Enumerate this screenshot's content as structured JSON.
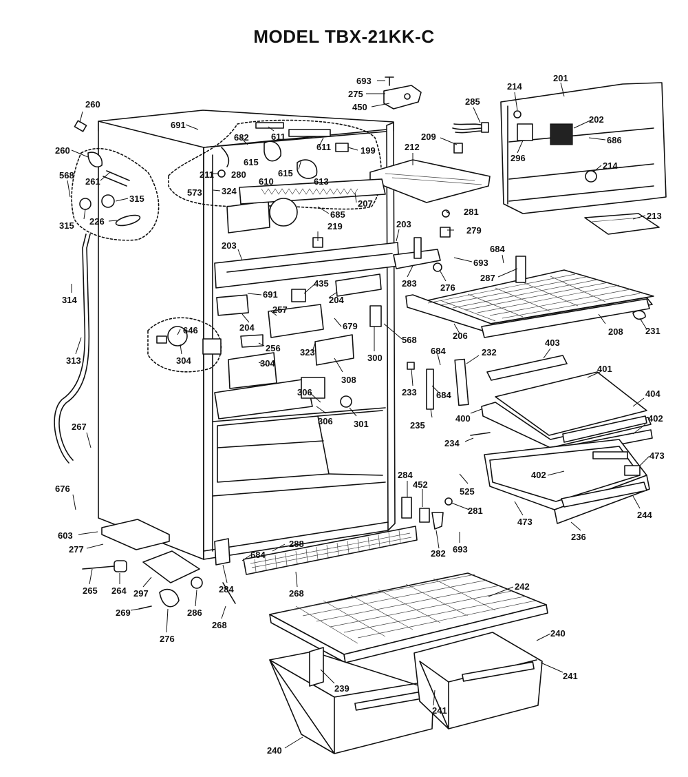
{
  "title": "MODEL TBX-21KK-C",
  "callouts": [
    {
      "id": "c693a",
      "text": "693"
    },
    {
      "id": "c275",
      "text": "275"
    },
    {
      "id": "c450",
      "text": "450"
    },
    {
      "id": "c285",
      "text": "285"
    },
    {
      "id": "c214a",
      "text": "214"
    },
    {
      "id": "c201",
      "text": "201"
    },
    {
      "id": "c202",
      "text": "202"
    },
    {
      "id": "c686",
      "text": "686"
    },
    {
      "id": "c296",
      "text": "296"
    },
    {
      "id": "c214b",
      "text": "214"
    },
    {
      "id": "c213",
      "text": "213"
    },
    {
      "id": "c209",
      "text": "209"
    },
    {
      "id": "c212",
      "text": "212"
    },
    {
      "id": "c260a",
      "text": "260"
    },
    {
      "id": "c260b",
      "text": "260"
    },
    {
      "id": "c261",
      "text": "261"
    },
    {
      "id": "c568",
      "text": "568"
    },
    {
      "id": "c315a",
      "text": "315"
    },
    {
      "id": "c315b",
      "text": "315"
    },
    {
      "id": "c226",
      "text": "226"
    },
    {
      "id": "c691a",
      "text": "691"
    },
    {
      "id": "c682",
      "text": "682"
    },
    {
      "id": "c611a",
      "text": "611"
    },
    {
      "id": "c611b",
      "text": "611"
    },
    {
      "id": "c199",
      "text": "199"
    },
    {
      "id": "c211",
      "text": "211"
    },
    {
      "id": "c280",
      "text": "280"
    },
    {
      "id": "c615a",
      "text": "615"
    },
    {
      "id": "c615b",
      "text": "615"
    },
    {
      "id": "c610",
      "text": "610"
    },
    {
      "id": "c613",
      "text": "613"
    },
    {
      "id": "c573",
      "text": "573"
    },
    {
      "id": "c324",
      "text": "324"
    },
    {
      "id": "c207",
      "text": "207"
    },
    {
      "id": "c685",
      "text": "685"
    },
    {
      "id": "c281a",
      "text": "281"
    },
    {
      "id": "c279",
      "text": "279"
    },
    {
      "id": "c684a",
      "text": "684"
    },
    {
      "id": "c203a",
      "text": "203"
    },
    {
      "id": "c203b",
      "text": "203"
    },
    {
      "id": "c219",
      "text": "219"
    },
    {
      "id": "c693b",
      "text": "693"
    },
    {
      "id": "c283",
      "text": "283"
    },
    {
      "id": "c276a",
      "text": "276"
    },
    {
      "id": "c287",
      "text": "287"
    },
    {
      "id": "c314",
      "text": "314"
    },
    {
      "id": "c691b",
      "text": "691"
    },
    {
      "id": "c435",
      "text": "435"
    },
    {
      "id": "c204a",
      "text": "204"
    },
    {
      "id": "c257",
      "text": "257"
    },
    {
      "id": "c204b",
      "text": "204"
    },
    {
      "id": "c679",
      "text": "679"
    },
    {
      "id": "c646",
      "text": "646"
    },
    {
      "id": "c256",
      "text": "256"
    },
    {
      "id": "c323",
      "text": "323"
    },
    {
      "id": "c300",
      "text": "300"
    },
    {
      "id": "c568b",
      "text": "568"
    },
    {
      "id": "c206",
      "text": "206"
    },
    {
      "id": "c208",
      "text": "208"
    },
    {
      "id": "c231",
      "text": "231"
    },
    {
      "id": "c313",
      "text": "313"
    },
    {
      "id": "c304a",
      "text": "304"
    },
    {
      "id": "c304b",
      "text": "304"
    },
    {
      "id": "c308",
      "text": "308"
    },
    {
      "id": "c684b",
      "text": "684"
    },
    {
      "id": "c232",
      "text": "232"
    },
    {
      "id": "c403",
      "text": "403"
    },
    {
      "id": "c401",
      "text": "401"
    },
    {
      "id": "c233",
      "text": "233"
    },
    {
      "id": "c684c",
      "text": "684"
    },
    {
      "id": "c306a",
      "text": "306"
    },
    {
      "id": "c306b",
      "text": "306"
    },
    {
      "id": "c301",
      "text": "301"
    },
    {
      "id": "c235",
      "text": "235"
    },
    {
      "id": "c400",
      "text": "400"
    },
    {
      "id": "c404",
      "text": "404"
    },
    {
      "id": "c402a",
      "text": "402"
    },
    {
      "id": "c267",
      "text": "267"
    },
    {
      "id": "c234",
      "text": "234"
    },
    {
      "id": "c473a",
      "text": "473"
    },
    {
      "id": "c402b",
      "text": "402"
    },
    {
      "id": "c676",
      "text": "676"
    },
    {
      "id": "c284a",
      "text": "284"
    },
    {
      "id": "c452",
      "text": "452"
    },
    {
      "id": "c525",
      "text": "525"
    },
    {
      "id": "c281b",
      "text": "281"
    },
    {
      "id": "c473b",
      "text": "473"
    },
    {
      "id": "c244",
      "text": "244"
    },
    {
      "id": "c603",
      "text": "603"
    },
    {
      "id": "c277",
      "text": "277"
    },
    {
      "id": "c282",
      "text": "282"
    },
    {
      "id": "c693c",
      "text": "693"
    },
    {
      "id": "c236",
      "text": "236"
    },
    {
      "id": "c684d",
      "text": "684"
    },
    {
      "id": "c288",
      "text": "288"
    },
    {
      "id": "c265",
      "text": "265"
    },
    {
      "id": "c264",
      "text": "264"
    },
    {
      "id": "c297",
      "text": "297"
    },
    {
      "id": "c284b",
      "text": "284"
    },
    {
      "id": "c268a",
      "text": "268"
    },
    {
      "id": "c286",
      "text": "286"
    },
    {
      "id": "c268b",
      "text": "268"
    },
    {
      "id": "c269",
      "text": "269"
    },
    {
      "id": "c276b",
      "text": "276"
    },
    {
      "id": "c242",
      "text": "242"
    },
    {
      "id": "c240a",
      "text": "240"
    },
    {
      "id": "c241a",
      "text": "241"
    },
    {
      "id": "c239",
      "text": "239"
    },
    {
      "id": "c241b",
      "text": "241"
    },
    {
      "id": "c240b",
      "text": "240"
    }
  ]
}
